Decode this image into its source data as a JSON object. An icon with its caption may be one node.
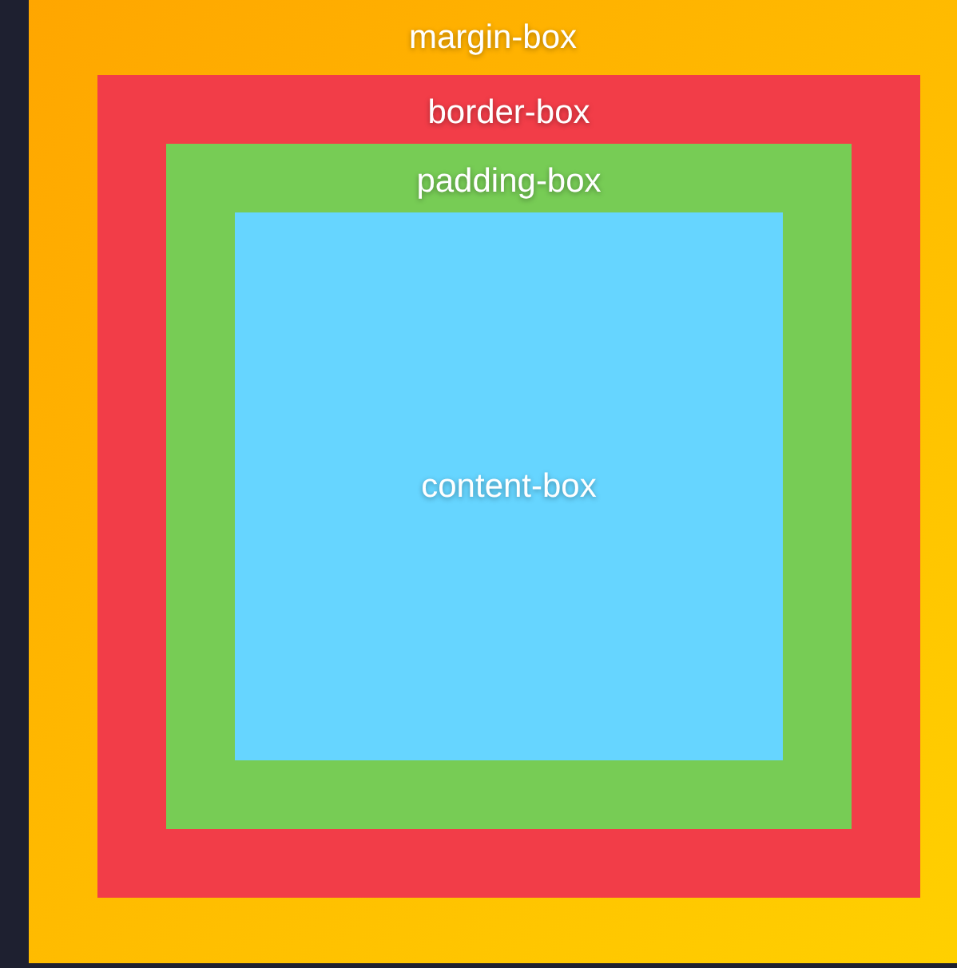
{
  "diagram": {
    "nodes": [
      {
        "text": [
          "margin-box"
        ]
      },
      {
        "text": [
          "border-box"
        ],
        "in": 0
      },
      {
        "text": [
          "padding-box"
        ],
        "in": 1
      },
      {
        "text": [
          "content-box"
        ],
        "in": 2
      }
    ]
  }
}
